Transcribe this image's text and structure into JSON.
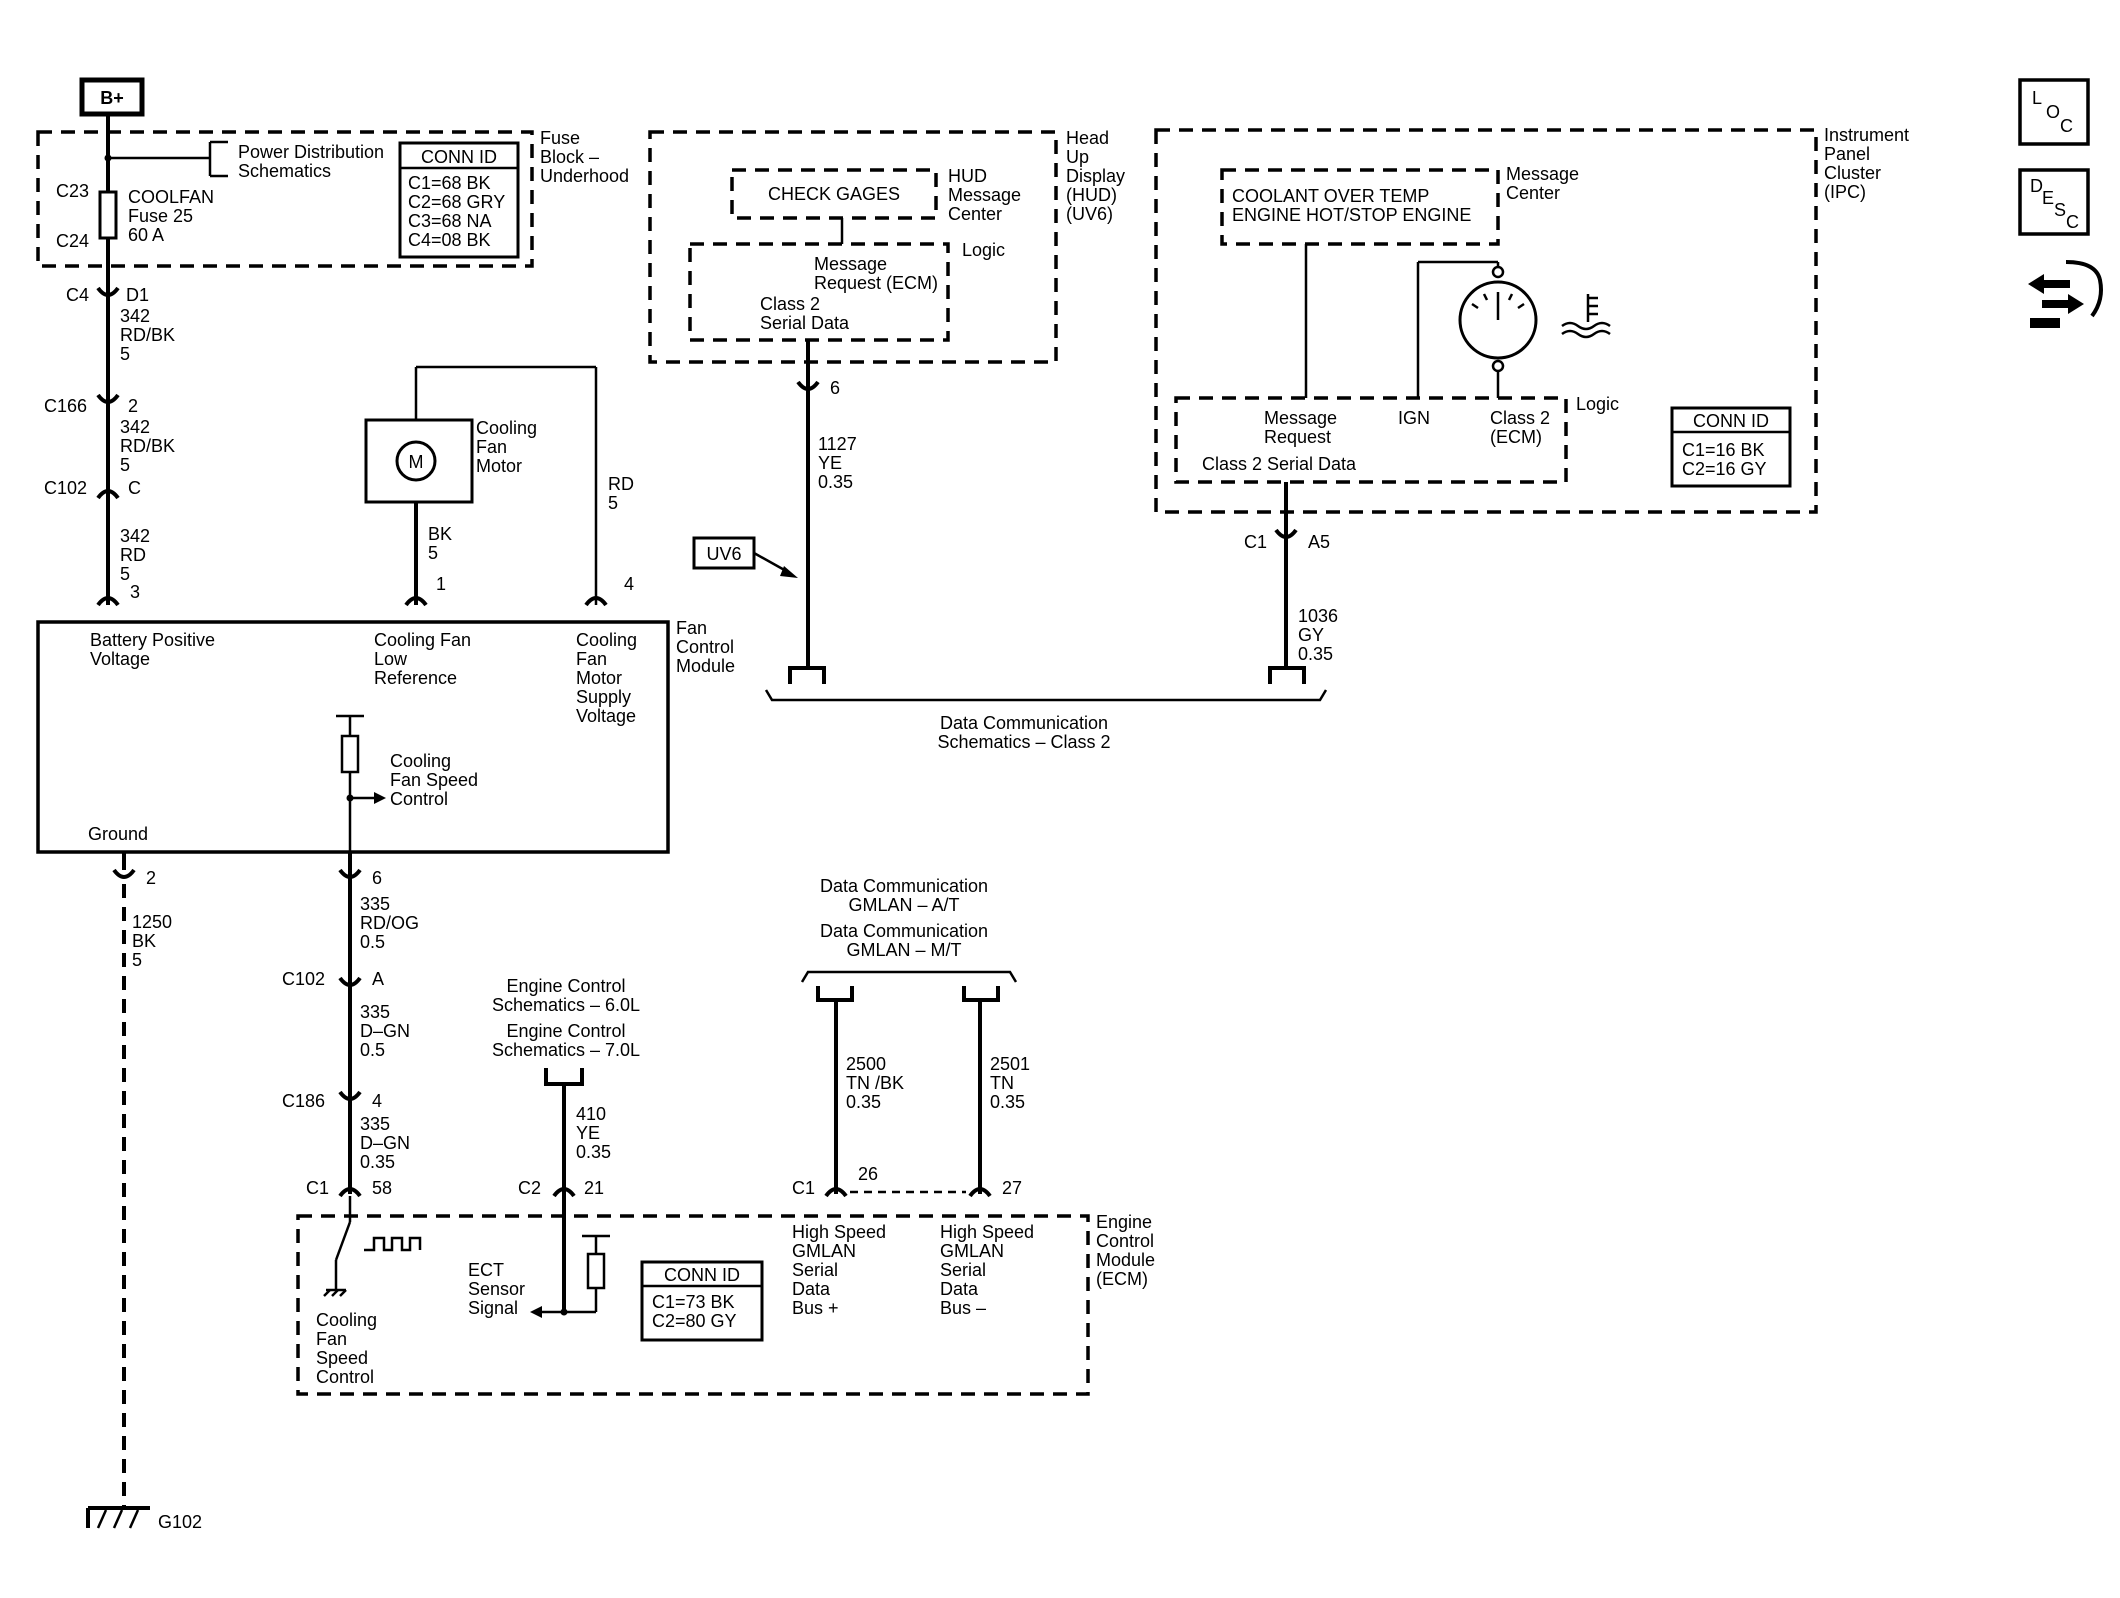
{
  "bplus": "B+",
  "fuse_block": {
    "name_lines": [
      "Fuse",
      "Block –",
      "Underhood"
    ],
    "power_dist_lines": [
      "Power Distribution",
      "Schematics"
    ],
    "fuse_lines": [
      "COOLFAN",
      "Fuse 25",
      "60 A"
    ],
    "c23": "C23",
    "c24": "C24",
    "conn_id": {
      "title": "CONN ID",
      "rows": [
        "C1=68 BK",
        "C2=68 GRY",
        "C3=68 NA",
        "C4=08 BK"
      ]
    }
  },
  "conn": {
    "c4": "C4",
    "c4_pin": "D1",
    "c166": "C166",
    "c166_pin": "2",
    "c102": "C102",
    "c102_pin": "C",
    "fcm_p3": "3",
    "fcm_p1": "1",
    "fcm_p4": "4",
    "fcm_gnd_pin": "2",
    "fcm_ctrl_pin": "6",
    "c102b": "C102",
    "c102b_pin": "A",
    "c186": "C186",
    "c186_pin": "4",
    "ecm_c1": "C1",
    "ecm_c1_pin": "58",
    "ecm_c2": "C2",
    "ecm_c2_pin": "21",
    "ecm_c1b": "C1",
    "ecm_p26": "26",
    "ecm_p27": "27",
    "hud_pin": "6",
    "ipc_c1": "C1",
    "ipc_pin": "A5"
  },
  "wires": {
    "w342a": [
      "342",
      "RD/BK",
      "5"
    ],
    "w342b": [
      "342",
      "RD/BK",
      "5"
    ],
    "w342c": [
      "342",
      "RD",
      "5"
    ],
    "bk5": [
      "BK",
      "5"
    ],
    "rd5": [
      "RD",
      "5"
    ],
    "w1250": [
      "1250",
      "BK",
      "5"
    ],
    "w335a": [
      "335",
      "RD/OG",
      "0.5"
    ],
    "w335b": [
      "335",
      "D–GN",
      "0.5"
    ],
    "w335c": [
      "335",
      "D–GN",
      "0.35"
    ],
    "w410": [
      "410",
      "YE",
      "0.35"
    ],
    "w2500": [
      "2500",
      "TN /BK",
      "0.35"
    ],
    "w2501": [
      "2501",
      "TN",
      "0.35"
    ],
    "w1127": [
      "1127",
      "YE",
      "0.35"
    ],
    "w1036": [
      "1036",
      "GY",
      "0.35"
    ]
  },
  "motor": {
    "symbol": "M",
    "label_lines": [
      "Cooling",
      "Fan",
      "Motor"
    ]
  },
  "fcm": {
    "name_lines": [
      "Fan",
      "Control",
      "Module"
    ],
    "batt_lines": [
      "Battery Positive",
      "Voltage"
    ],
    "low_ref_lines": [
      "Cooling Fan",
      "Low",
      "Reference"
    ],
    "supply_lines": [
      "Cooling",
      "Fan",
      "Motor",
      "Supply",
      "Voltage"
    ],
    "speed_ctrl_lines": [
      "Cooling",
      "Fan Speed",
      "Control"
    ],
    "ground": "Ground"
  },
  "ground": {
    "label": "G102"
  },
  "hud": {
    "name_lines": [
      "Head",
      "Up",
      "Display",
      "(HUD)",
      "(UV6)"
    ],
    "check_gages": "CHECK GAGES",
    "msg_center_lines": [
      "HUD",
      "Message",
      "Center"
    ],
    "logic": "Logic",
    "msg_req_lines": [
      "Message",
      "Request (ECM)"
    ],
    "class2_lines": [
      "Class 2",
      "Serial Data"
    ]
  },
  "uv6": "UV6",
  "ipc": {
    "name_lines": [
      "Instrument",
      "Panel",
      "Cluster",
      "(IPC)"
    ],
    "msg_text_lines": [
      "COOLANT OVER TEMP",
      "ENGINE HOT/STOP ENGINE"
    ],
    "msg_center_lines": [
      "Message",
      "Center"
    ],
    "logic": "Logic",
    "msg_req_lines": [
      "Message",
      "Request"
    ],
    "ign": "IGN",
    "class2_ecm_lines": [
      "Class 2",
      "(ECM)"
    ],
    "class2_serial": "Class 2 Serial Data",
    "conn_id": {
      "title": "CONN ID",
      "rows": [
        "C1=16 BK",
        "C2=16 GY"
      ]
    }
  },
  "data_comm": {
    "class2_lines": [
      "Data Communication",
      "Schematics – Class 2"
    ]
  },
  "gmlan": {
    "lines": [
      "Data Communication",
      "GMLAN – A/T",
      "Data Communication",
      "GMLAN – M/T"
    ]
  },
  "engine_control": {
    "lines": [
      "Engine Control",
      "Schematics – 6.0L",
      "Engine Control",
      "Schematics – 7.0L"
    ]
  },
  "ecm": {
    "name_lines": [
      "Engine",
      "Control",
      "Module",
      "(ECM)"
    ],
    "fan_ctrl_lines": [
      "Cooling",
      "Fan",
      "Speed",
      "Control"
    ],
    "ect_lines": [
      "ECT",
      "Sensor",
      "Signal"
    ],
    "hs_plus_lines": [
      "High Speed",
      "GMLAN",
      "Serial",
      "Data",
      "Bus +"
    ],
    "hs_minus_lines": [
      "High Speed",
      "GMLAN",
      "Serial",
      "Data",
      "Bus –"
    ],
    "conn_id": {
      "title": "CONN ID",
      "rows": [
        "C1=73 BK",
        "C2=80 GY"
      ]
    }
  },
  "side_icons": {
    "loc": [
      "L",
      "O",
      "C"
    ],
    "desc": [
      "D",
      "E",
      "S",
      "C"
    ],
    "nav": "navigation-arrows-icon"
  }
}
